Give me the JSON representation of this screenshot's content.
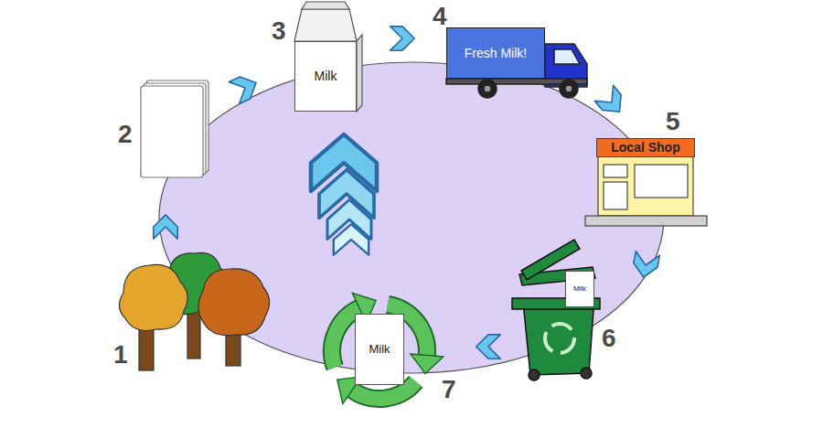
{
  "diagram": {
    "nodes": [
      {
        "text": [
          "Milk"
        ]
      },
      {
        "text": [
          "Fresh Milk!"
        ]
      },
      {
        "text": [
          "Local Shop"
        ]
      },
      {
        "text": [
          "Milk"
        ]
      },
      {
        "text": [
          "Milk"
        ]
      }
    ],
    "labels": [
      "1",
      "2",
      "3",
      "4",
      "5",
      "6",
      "7"
    ]
  }
}
